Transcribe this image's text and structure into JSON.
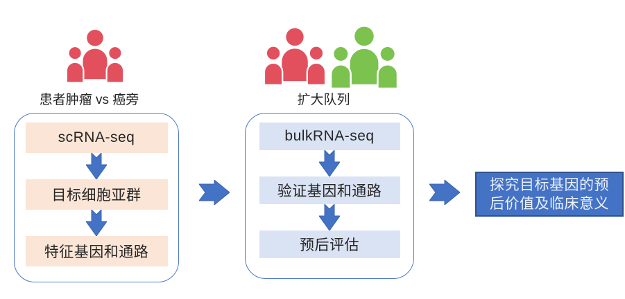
{
  "colors": {
    "red": "#E2505E",
    "green": "#7CC24E",
    "peach": "#FBE5D6",
    "lightblue": "#DAE3F3",
    "arrow": "#4472C4",
    "arrow_stroke": "#3B64B0",
    "container_border": "#4E7AC7",
    "outcome_fill": "#4472C4",
    "outcome_border": "#2F528F",
    "outcome_text": "#EAF1FB",
    "text": "#262626"
  },
  "cohort1": {
    "label": "患者肿瘤 vs 癌旁",
    "icon": "people-group-red-icon",
    "steps": [
      "scRNA-seq",
      "目标细胞亚群",
      "特征基因和通路"
    ]
  },
  "cohort2": {
    "label": "扩大队列",
    "icons": [
      "people-group-red-icon",
      "people-group-green-icon"
    ],
    "steps": [
      "bulkRNA-seq",
      "验证基因和通路",
      "预后评估"
    ]
  },
  "outcome": {
    "text": "探究目标基因的预后价值及临床意义",
    "line1": "探究目标基因的预",
    "line2": "后价值及临床意义"
  }
}
